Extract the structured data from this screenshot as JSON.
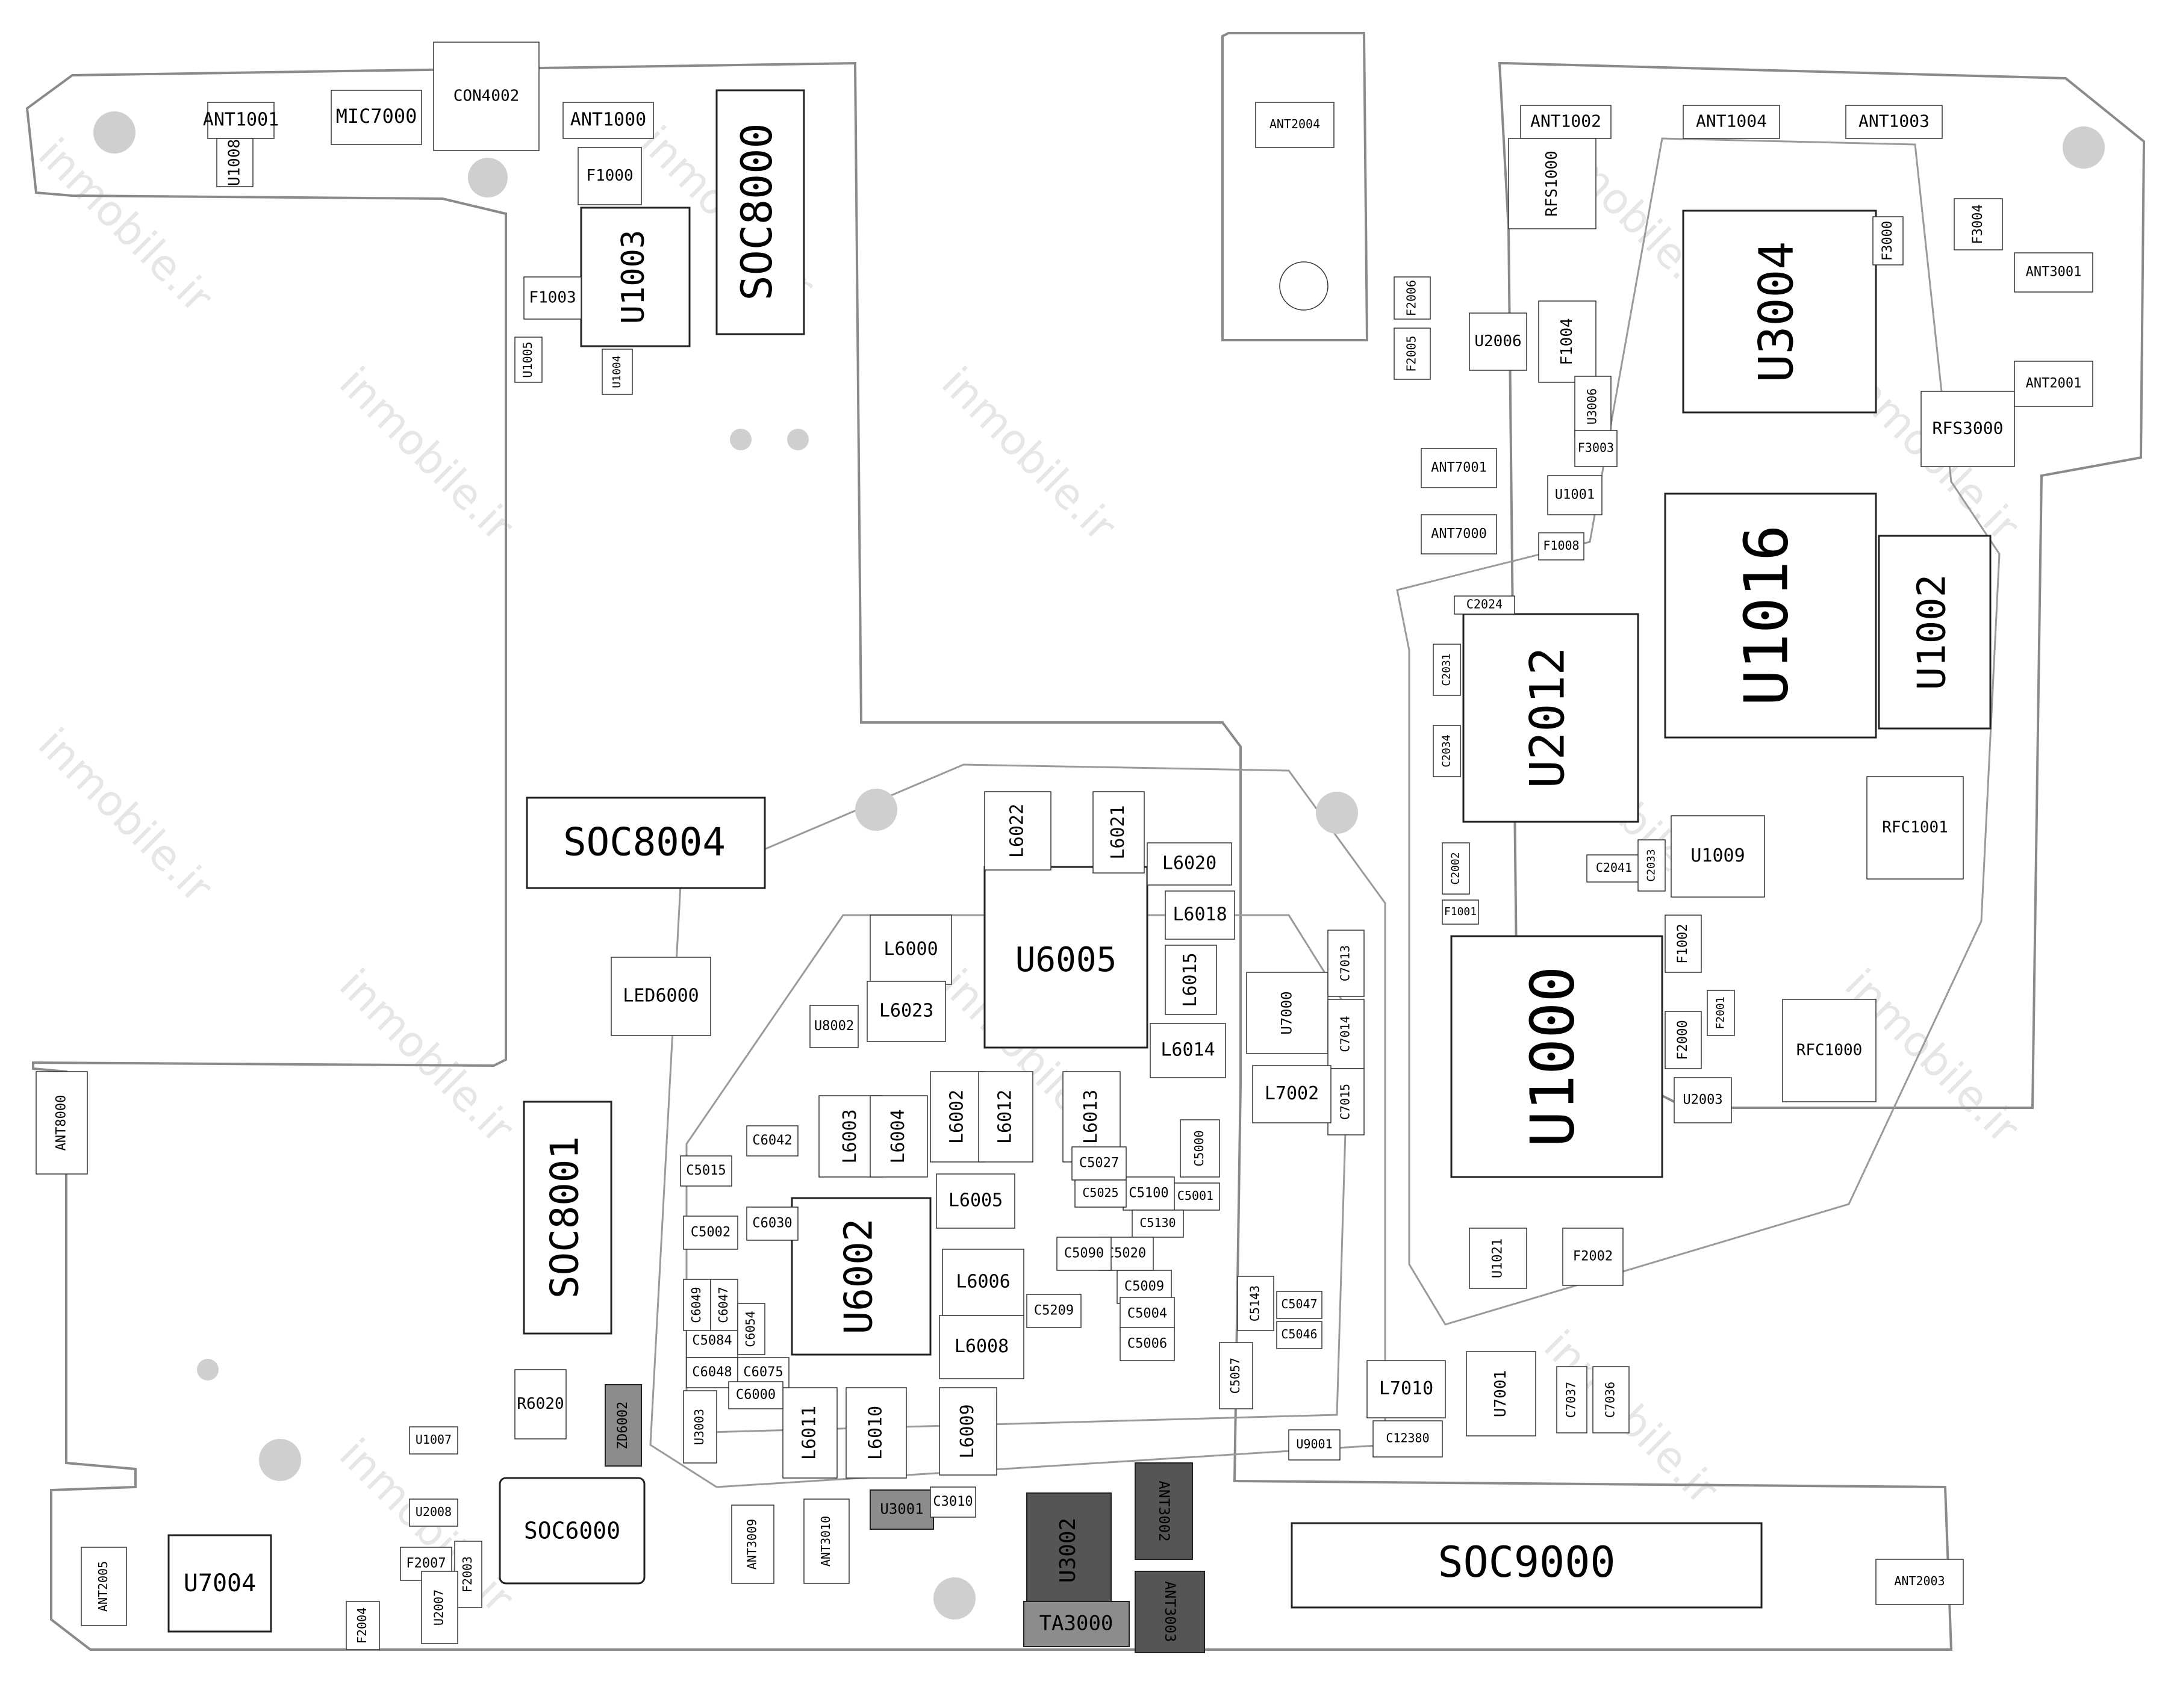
{
  "watermark": "inmobile.ir",
  "components": {
    "large": [
      {
        "id": "SOC8000",
        "name": "SOC8000"
      },
      {
        "id": "SOC8004",
        "name": "SOC8004"
      },
      {
        "id": "SOC8001",
        "name": "SOC8001"
      },
      {
        "id": "SOC6000",
        "name": "SOC6000"
      },
      {
        "id": "SOC9000",
        "name": "SOC9000"
      },
      {
        "id": "U1003",
        "name": "U1003"
      },
      {
        "id": "U3004",
        "name": "U3004"
      },
      {
        "id": "U1016",
        "name": "U1016"
      },
      {
        "id": "U1002",
        "name": "U1002"
      },
      {
        "id": "U2012",
        "name": "U2012"
      },
      {
        "id": "U1000",
        "name": "U1000"
      },
      {
        "id": "U6005",
        "name": "U6005"
      },
      {
        "id": "U6002",
        "name": "U6002"
      },
      {
        "id": "U7004",
        "name": "U7004"
      },
      {
        "id": "U3002",
        "name": "U3002"
      },
      {
        "id": "TA3000",
        "name": "TA3000"
      },
      {
        "id": "ANT3002",
        "name": "ANT3002"
      },
      {
        "id": "ANT3003",
        "name": "ANT3003"
      }
    ],
    "medium": [
      "ANT1001",
      "MIC7000",
      "CON4002",
      "ANT1000",
      "F1000",
      "F1003",
      "U1005",
      "U1004",
      "U1008",
      "ANT2004",
      "ANT1002",
      "ANT1004",
      "ANT1003",
      "RFS1000",
      "RFS3000",
      "F3000",
      "F3004",
      "ANT3001",
      "ANT2001",
      "F2006",
      "F2005",
      "U2006",
      "F1004",
      "U3006",
      "F3003",
      "ANT7001",
      "ANT7000",
      "U1001",
      "F1008",
      "C2024",
      "C2031",
      "C2034",
      "C2002",
      "C2041",
      "C2033",
      "U1009",
      "RFC1001",
      "RFC1000",
      "F1001",
      "F1002",
      "F2000",
      "F2001",
      "U2003",
      "U1021",
      "F2002",
      "LED6000",
      "L6022",
      "L6021",
      "L6020",
      "L6018",
      "L6015",
      "L6014",
      "L6000",
      "L6023",
      "U8002",
      "L6003",
      "L6004",
      "L6002",
      "L6012",
      "L6013",
      "L6005",
      "L6006",
      "L6008",
      "L6011",
      "L6010",
      "L6009",
      "U7000",
      "C7013",
      "C7014",
      "C7015",
      "L7002",
      "L7010",
      "U7001",
      "C7037",
      "C7036",
      "C12380",
      "U9001",
      "C5000",
      "C5001",
      "C5100",
      "C5027",
      "C5025",
      "C5130",
      "C5009",
      "C5004",
      "C5006",
      "C5020",
      "C5090",
      "C5209",
      "C5143",
      "C5057",
      "C5047",
      "C5046",
      "C5002",
      "C5015",
      "C5084",
      "C6049",
      "C6047",
      "C6048",
      "C6075",
      "C6030",
      "C6000",
      "C6042",
      "C6054",
      "R6020",
      "ZD6002",
      "U1007",
      "U2008",
      "F2007",
      "F2003",
      "F2004",
      "U2007",
      "ANT2005",
      "ANT3009",
      "ANT3010",
      "U3001",
      "C3010",
      "ANT2003",
      "ANT8000",
      "U3003"
    ]
  }
}
